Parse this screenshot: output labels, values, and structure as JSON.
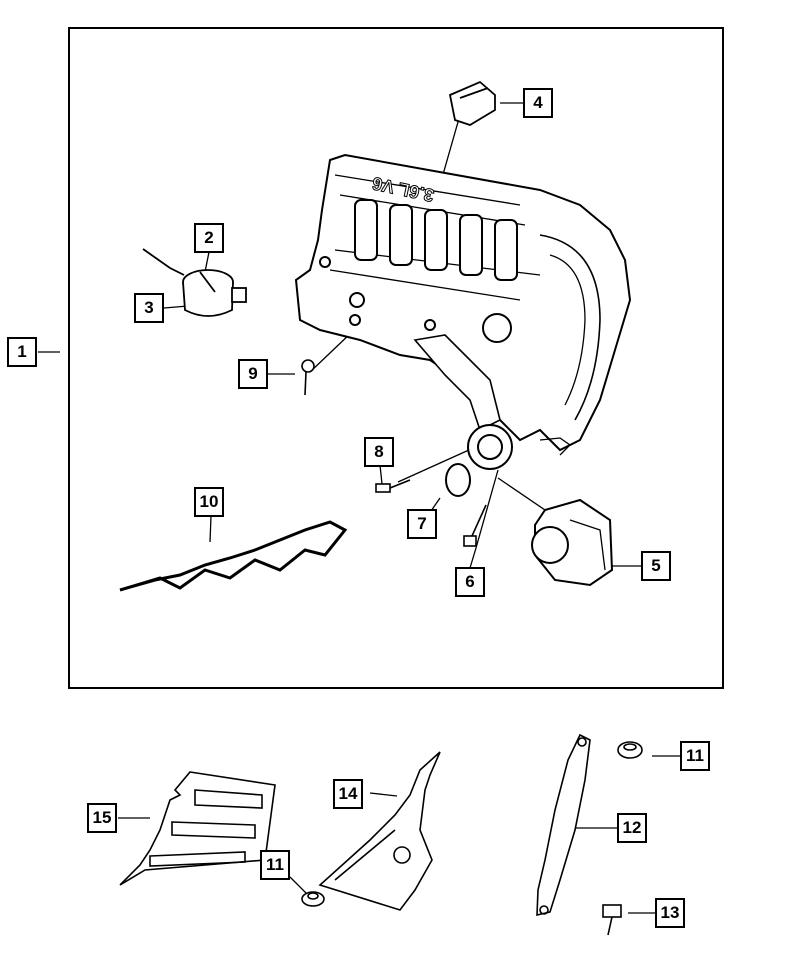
{
  "diagram": {
    "callouts": [
      {
        "id": "c1",
        "label": "1"
      },
      {
        "id": "c2",
        "label": "2"
      },
      {
        "id": "c3",
        "label": "3"
      },
      {
        "id": "c4",
        "label": "4"
      },
      {
        "id": "c5",
        "label": "5"
      },
      {
        "id": "c6",
        "label": "6"
      },
      {
        "id": "c7",
        "label": "7"
      },
      {
        "id": "c8",
        "label": "8"
      },
      {
        "id": "c9",
        "label": "9"
      },
      {
        "id": "c10",
        "label": "10"
      },
      {
        "id": "c11a",
        "label": "11"
      },
      {
        "id": "c11b",
        "label": "11"
      },
      {
        "id": "c12",
        "label": "12"
      },
      {
        "id": "c13",
        "label": "13"
      },
      {
        "id": "c14",
        "label": "14"
      },
      {
        "id": "c15",
        "label": "15"
      }
    ],
    "manifold_text": "3.6L V6",
    "line_color": "#000000",
    "background": "#ffffff"
  }
}
